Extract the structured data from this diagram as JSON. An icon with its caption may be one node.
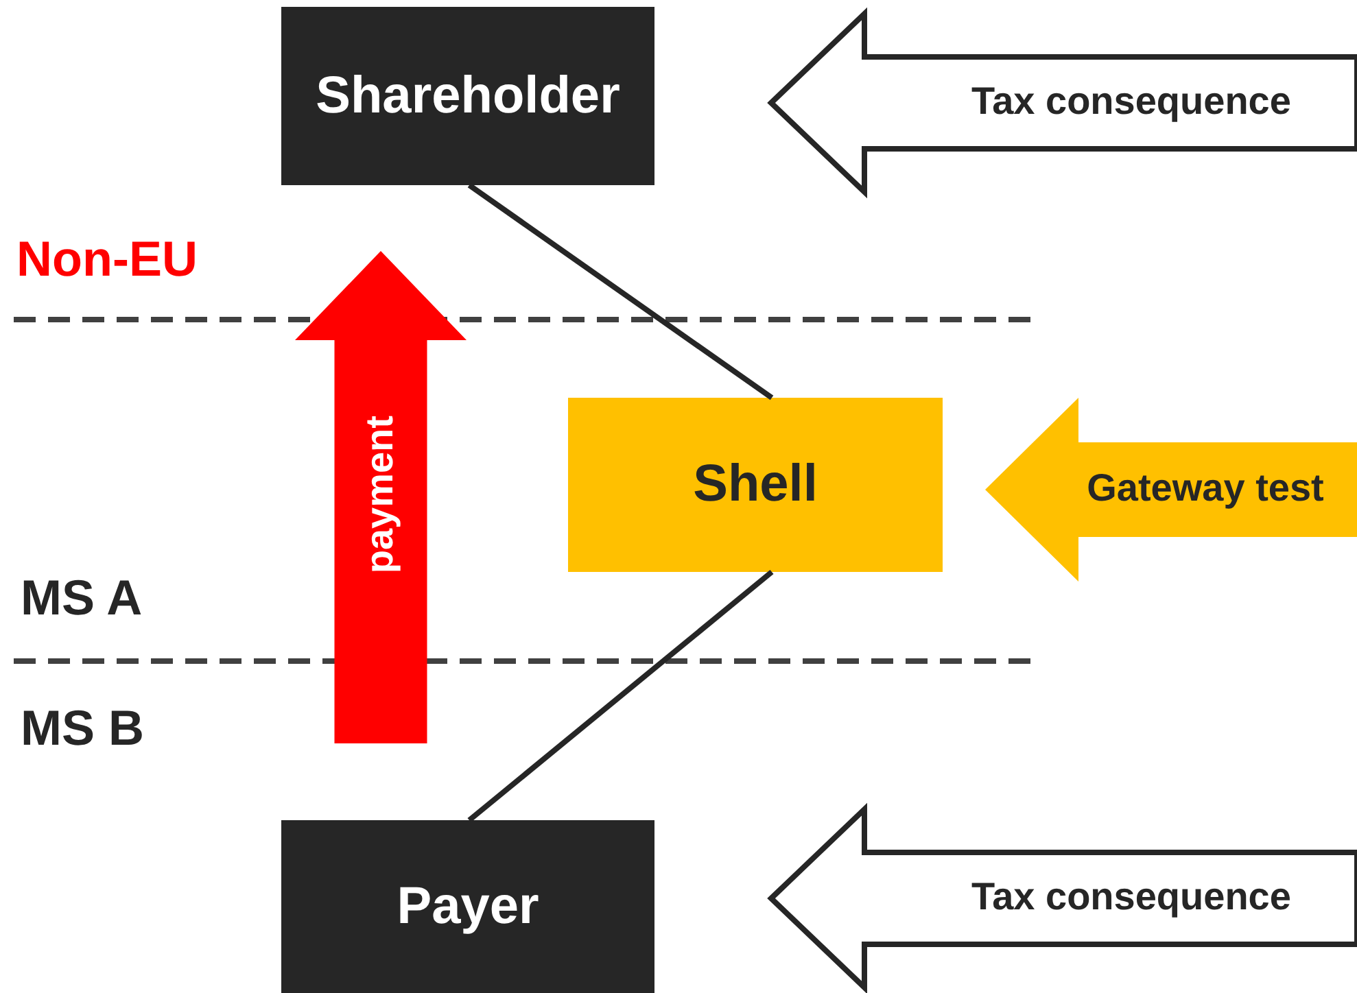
{
  "diagram": {
    "nodes": [
      {
        "text": [
          "Shareholder"
        ]
      },
      {
        "text": [
          "Shell"
        ]
      },
      {
        "text": [
          "Payer"
        ]
      },
      {
        "text": [
          "Tax consequence"
        ]
      },
      {
        "text": [
          "Gateway test"
        ]
      },
      {
        "text": [
          "Tax consequence"
        ]
      },
      {
        "text": [
          "payment"
        ]
      }
    ],
    "edges": [
      {
        "from": 0,
        "to": 1,
        "arrow": "none"
      },
      {
        "from": 1,
        "to": 2,
        "arrow": "none"
      }
    ],
    "labels": [
      "Non-EU",
      "MS A",
      "MS B"
    ]
  }
}
